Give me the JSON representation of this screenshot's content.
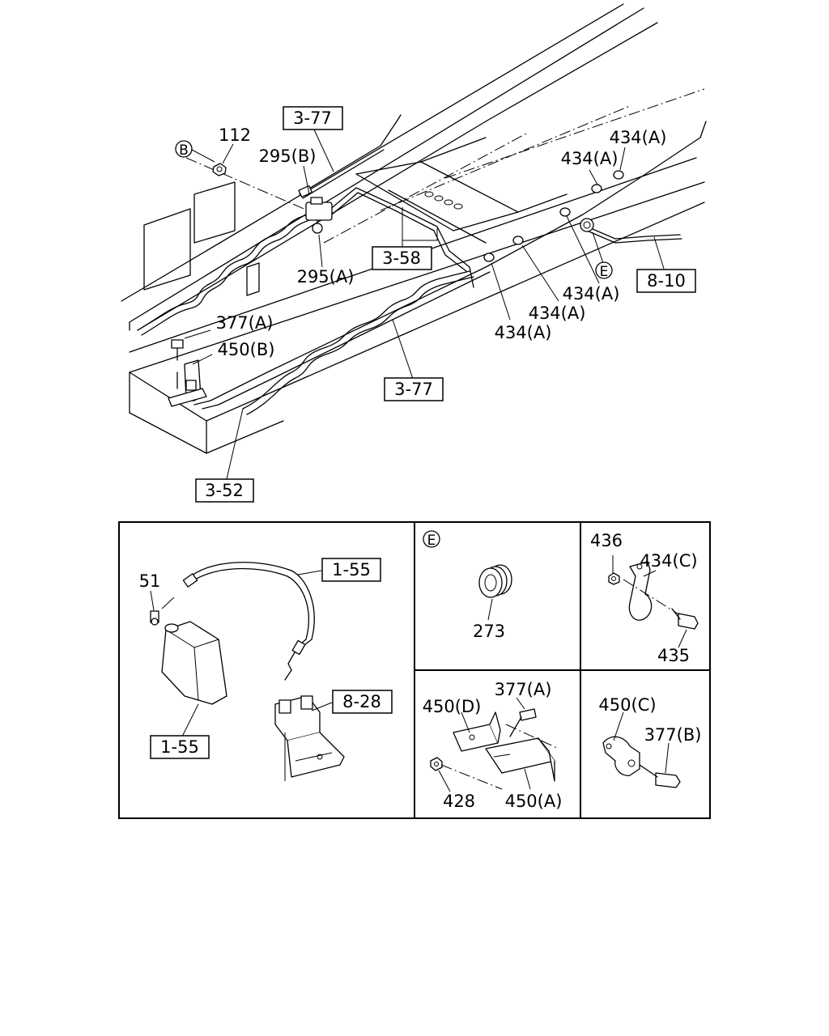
{
  "upper": {
    "ref_3_77_top": "3-77",
    "ref_3_77_bottom": "3-77",
    "ref_3_58": "3-58",
    "ref_3_52": "3-52",
    "ref_8_10": "8-10",
    "circle_b": "B",
    "circle_e": "E",
    "n112": "112",
    "n295b": "295(B)",
    "n295a": "295(A)",
    "n377a": "377(A)",
    "n450b": "450(B)",
    "n434a_1": "434(A)",
    "n434a_2": "434(A)",
    "n434a_3": "434(A)",
    "n434a_4": "434(A)",
    "n434a_5": "434(A)"
  },
  "panel_left": {
    "n51": "51",
    "ref_1_55_top": "1-55",
    "ref_1_55_bottom": "1-55",
    "ref_8_28": "8-28"
  },
  "panel_e": {
    "circle_e": "E",
    "n273": "273"
  },
  "panel_tr": {
    "n436": "436",
    "n434c": "434(C)",
    "n435": "435"
  },
  "panel_bm": {
    "n450d": "450(D)",
    "n377a": "377(A)",
    "n428": "428",
    "n450a": "450(A)"
  },
  "panel_br": {
    "n450c": "450(C)",
    "n377b": "377(B)"
  }
}
